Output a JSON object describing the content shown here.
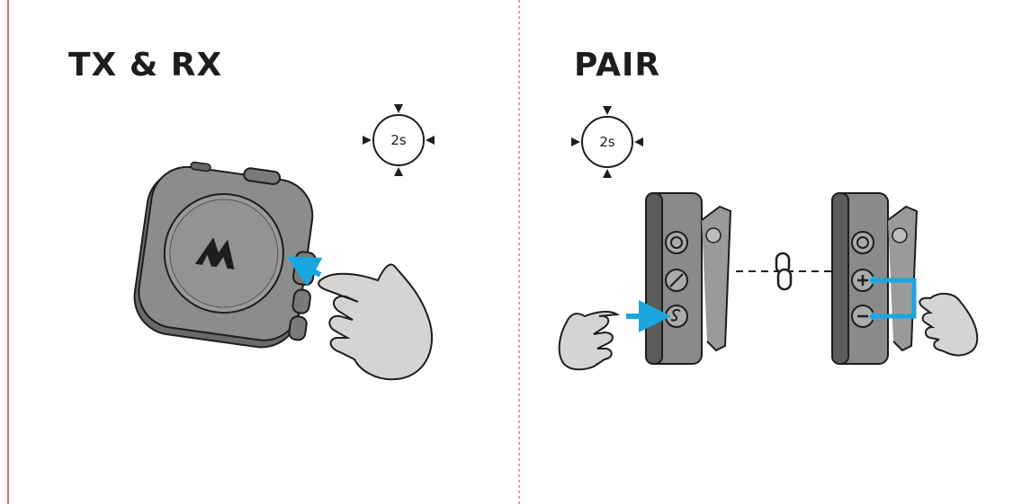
{
  "panels": [
    {
      "title": "TX & RX",
      "timer_label": "2s"
    },
    {
      "title": "PAIR",
      "timer_label": "2s"
    }
  ],
  "colors": {
    "accent_arrow": "#1aa7e0",
    "frame_line": "#d13b3b",
    "device_body": "#8a8a8a",
    "device_dark": "#5c5c5c",
    "hand_fill": "#d4d4d4",
    "outline": "#1d1d1d"
  },
  "icons": [
    "timer-icon",
    "finger-pointer-icon",
    "chain-link-icon",
    "plus-icon",
    "minus-icon",
    "mute-mic-icon",
    "power-icon",
    "pair-s-icon",
    "brand-logo-icon"
  ]
}
